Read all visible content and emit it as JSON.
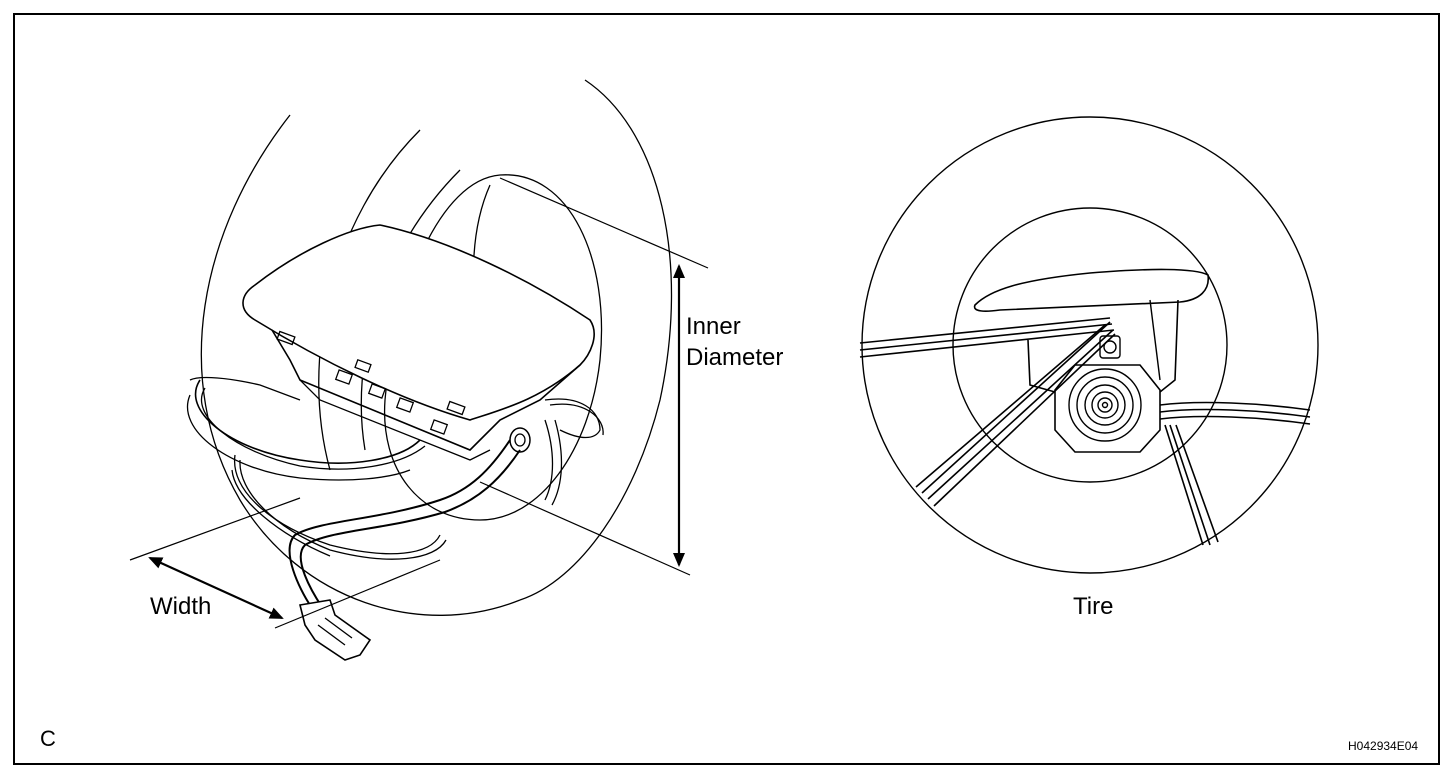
{
  "labels": {
    "inner_diameter_line1": "Inner",
    "inner_diameter_line2": "Diameter",
    "width": "Width",
    "tire": "Tire",
    "corner_letter": "C",
    "figure_code": "H042934E04"
  },
  "colors": {
    "line": "#000000",
    "background": "#ffffff",
    "fill_light": "#ffffff"
  },
  "icons": {
    "arrow": "double-headed-arrow"
  }
}
